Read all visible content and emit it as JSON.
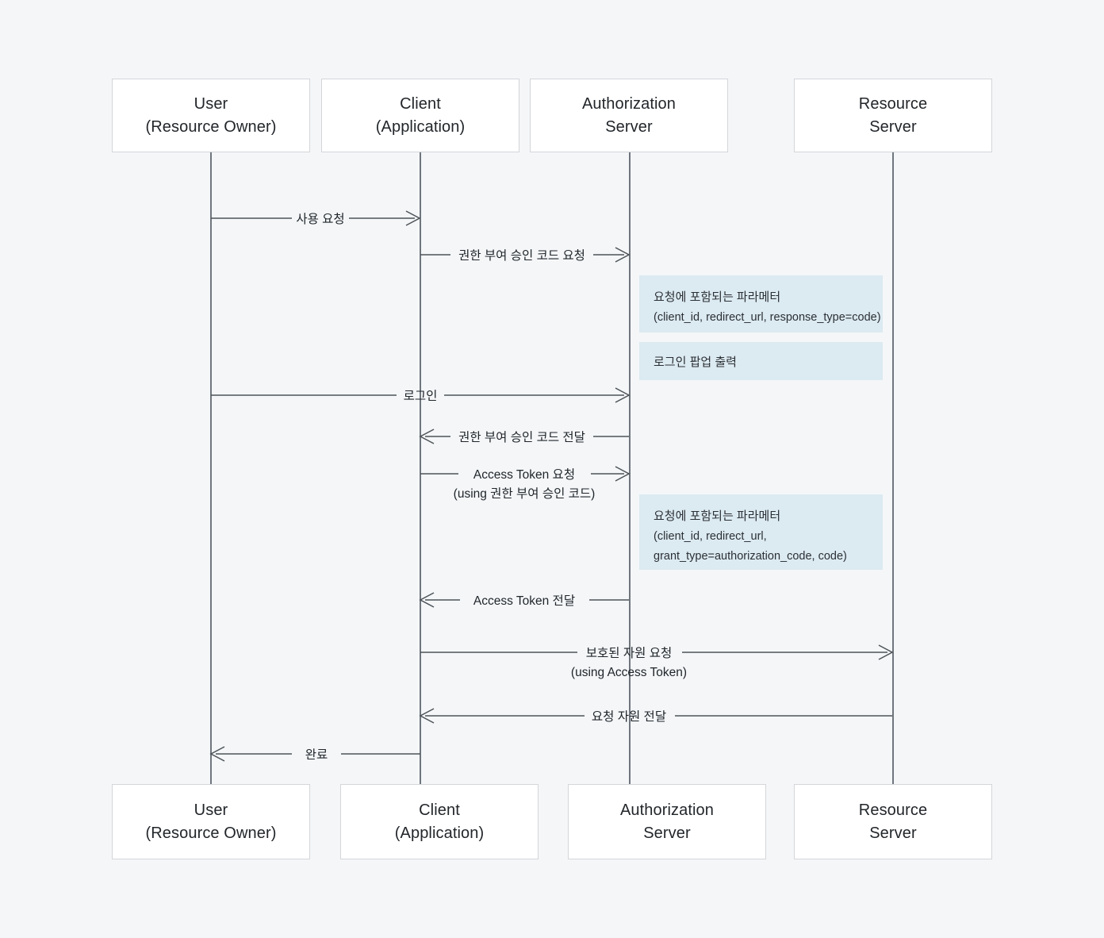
{
  "diagram": {
    "title": "OAuth 2.0 Authorization Code Grant Sequence Diagram",
    "background_color": "#f4f6f8",
    "note_color": "#dceaf1",
    "line_color": "#4d5358",
    "box_border_color": "#d4d6d9"
  },
  "participants": [
    {
      "id": "user",
      "line1": "User",
      "line2": "(Resource Owner)"
    },
    {
      "id": "client",
      "line1": "Client",
      "line2": "(Application)"
    },
    {
      "id": "auth",
      "line1": "Authorization",
      "line2": "Server"
    },
    {
      "id": "res",
      "line1": "Resource",
      "line2": "Server"
    }
  ],
  "messages": [
    {
      "id": "m1",
      "label": "사용 요청",
      "sub": "",
      "from": "user",
      "to": "client",
      "direction": "right"
    },
    {
      "id": "m2",
      "label": "권한 부여 승인 코드 요청",
      "sub": "",
      "from": "client",
      "to": "auth",
      "direction": "right"
    },
    {
      "id": "m3",
      "label": "로그인",
      "sub": "",
      "from": "user",
      "to": "auth",
      "direction": "right"
    },
    {
      "id": "m4",
      "label": "권한 부여 승인 코드 전달",
      "sub": "",
      "from": "auth",
      "to": "client",
      "direction": "left"
    },
    {
      "id": "m5",
      "label": "Access Token 요청",
      "sub": "(using 권한 부여 승인 코드)",
      "from": "client",
      "to": "auth",
      "direction": "right"
    },
    {
      "id": "m6",
      "label": "Access Token 전달",
      "sub": "",
      "from": "auth",
      "to": "client",
      "direction": "left"
    },
    {
      "id": "m7",
      "label": "보호된 자원 요청",
      "sub": "(using Access Token)",
      "from": "client",
      "to": "res",
      "direction": "right"
    },
    {
      "id": "m8",
      "label": "요청 자원 전달",
      "sub": "",
      "from": "res",
      "to": "client",
      "direction": "left"
    },
    {
      "id": "m9",
      "label": "완료",
      "sub": "",
      "from": "client",
      "to": "user",
      "direction": "left"
    }
  ],
  "notes": [
    {
      "id": "n1",
      "lines": [
        "요청에 포함되는 파라메터",
        "(client_id, redirect_url, response_type=code)"
      ]
    },
    {
      "id": "n2",
      "lines": [
        "로그인 팝업 출력"
      ]
    },
    {
      "id": "n3",
      "lines": [
        "요청에 포함되는 파라메터",
        "(client_id, redirect_url,",
        "grant_type=authorization_code, code)"
      ]
    }
  ]
}
